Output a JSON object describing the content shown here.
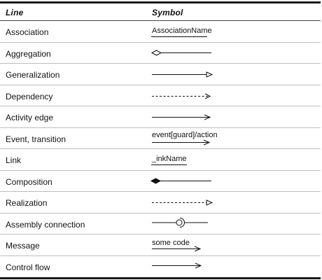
{
  "table": {
    "headers": {
      "line": "Line",
      "symbol": "Symbol"
    },
    "rows": [
      {
        "line": "Association",
        "symbol_text": "AssociationName",
        "symbol_icon": "association-line-icon"
      },
      {
        "line": "Aggregation",
        "symbol_text": "",
        "symbol_icon": "aggregation-hollow-diamond-icon"
      },
      {
        "line": "Generalization",
        "symbol_text": "",
        "symbol_icon": "generalization-hollow-triangle-icon"
      },
      {
        "line": "Dependency",
        "symbol_text": "",
        "symbol_icon": "dependency-dashed-arrow-icon"
      },
      {
        "line": "Activity edge",
        "symbol_text": "",
        "symbol_icon": "activity-edge-arrow-icon"
      },
      {
        "line": "Event, transition",
        "symbol_text": "event[guard]/action",
        "symbol_icon": "transition-arrow-icon"
      },
      {
        "line": "Link",
        "symbol_text": "_inkName",
        "symbol_icon": "link-line-icon"
      },
      {
        "line": "Composition",
        "symbol_text": "",
        "symbol_icon": "composition-filled-diamond-icon"
      },
      {
        "line": "Realization",
        "symbol_text": "",
        "symbol_icon": "realization-dashed-triangle-icon"
      },
      {
        "line": "Assembly connection",
        "symbol_text": "",
        "symbol_icon": "assembly-ball-socket-icon"
      },
      {
        "line": "Message",
        "symbol_text": "some code",
        "symbol_icon": "message-arrow-icon"
      },
      {
        "line": "Control flow",
        "symbol_text": "",
        "symbol_icon": "control-flow-arrow-icon"
      }
    ]
  }
}
